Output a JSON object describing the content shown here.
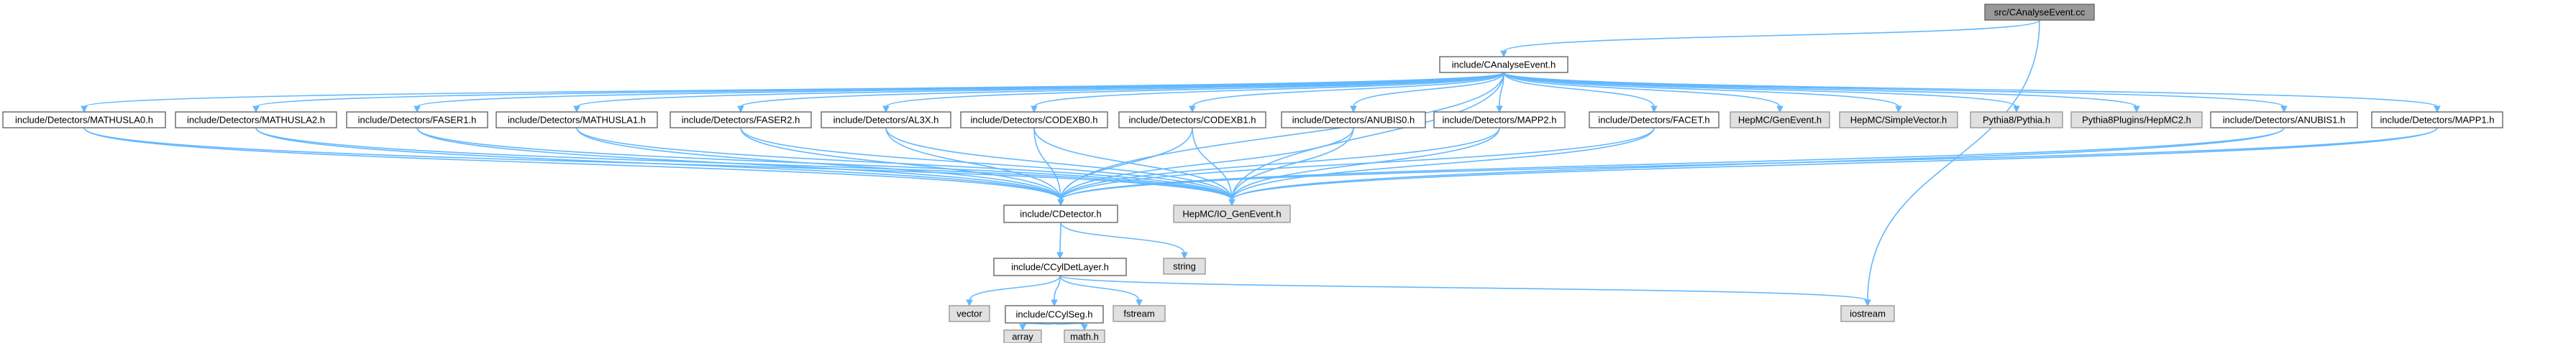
{
  "colors": {
    "edge": "#63b8ff",
    "internal_fill": "#ffffff",
    "external_fill": "#e0e0e0",
    "root_fill": "#999999"
  },
  "nodes": [
    {
      "id": "root",
      "label": "src/CAnalyseEvent.cc",
      "kind": "root"
    },
    {
      "id": "canalyse",
      "label": "include/CAnalyseEvent.h",
      "kind": "internal"
    },
    {
      "id": "mathusla0",
      "label": "include/Detectors/MATHUSLA0.h",
      "kind": "internal"
    },
    {
      "id": "mathusla2",
      "label": "include/Detectors/MATHUSLA2.h",
      "kind": "internal"
    },
    {
      "id": "faser1",
      "label": "include/Detectors/FASER1.h",
      "kind": "internal"
    },
    {
      "id": "mathusla1",
      "label": "include/Detectors/MATHUSLA1.h",
      "kind": "internal"
    },
    {
      "id": "faser2",
      "label": "include/Detectors/FASER2.h",
      "kind": "internal"
    },
    {
      "id": "al3x",
      "label": "include/Detectors/AL3X.h",
      "kind": "internal"
    },
    {
      "id": "codexb0",
      "label": "include/Detectors/CODEXB0.h",
      "kind": "internal"
    },
    {
      "id": "codexb1",
      "label": "include/Detectors/CODEXB1.h",
      "kind": "internal"
    },
    {
      "id": "anubis0",
      "label": "include/Detectors/ANUBIS0.h",
      "kind": "internal"
    },
    {
      "id": "mapp2",
      "label": "include/Detectors/MAPP2.h",
      "kind": "internal"
    },
    {
      "id": "facet",
      "label": "include/Detectors/FACET.h",
      "kind": "internal"
    },
    {
      "id": "genevent",
      "label": "HepMC/GenEvent.h",
      "kind": "external"
    },
    {
      "id": "simplevector",
      "label": "HepMC/SimpleVector.h",
      "kind": "external"
    },
    {
      "id": "pythia",
      "label": "Pythia8/Pythia.h",
      "kind": "external"
    },
    {
      "id": "hepmc2",
      "label": "Pythia8Plugins/HepMC2.h",
      "kind": "external"
    },
    {
      "id": "anubis1",
      "label": "include/Detectors/ANUBIS1.h",
      "kind": "internal"
    },
    {
      "id": "mapp1",
      "label": "include/Detectors/MAPP1.h",
      "kind": "internal"
    },
    {
      "id": "cdetector",
      "label": "include/CDetector.h",
      "kind": "internal"
    },
    {
      "id": "iogenevent",
      "label": "HepMC/IO_GenEvent.h",
      "kind": "external"
    },
    {
      "id": "string",
      "label": "string",
      "kind": "external"
    },
    {
      "id": "ccyldet",
      "label": "include/CCylDetLayer.h",
      "kind": "internal"
    },
    {
      "id": "vector",
      "label": "vector",
      "kind": "external"
    },
    {
      "id": "ccylseg",
      "label": "include/CCylSeg.h",
      "kind": "internal"
    },
    {
      "id": "fstream",
      "label": "fstream",
      "kind": "external"
    },
    {
      "id": "iostream",
      "label": "iostream",
      "kind": "external"
    },
    {
      "id": "array",
      "label": "array",
      "kind": "external"
    },
    {
      "id": "mathh",
      "label": "math.h",
      "kind": "external"
    }
  ],
  "edges": [
    [
      "root",
      "canalyse"
    ],
    [
      "root",
      "iostream"
    ],
    [
      "canalyse",
      "mathusla0"
    ],
    [
      "canalyse",
      "mathusla2"
    ],
    [
      "canalyse",
      "faser1"
    ],
    [
      "canalyse",
      "mathusla1"
    ],
    [
      "canalyse",
      "faser2"
    ],
    [
      "canalyse",
      "al3x"
    ],
    [
      "canalyse",
      "codexb0"
    ],
    [
      "canalyse",
      "codexb1"
    ],
    [
      "canalyse",
      "anubis0"
    ],
    [
      "canalyse",
      "mapp2"
    ],
    [
      "canalyse",
      "facet"
    ],
    [
      "canalyse",
      "genevent"
    ],
    [
      "canalyse",
      "simplevector"
    ],
    [
      "canalyse",
      "pythia"
    ],
    [
      "canalyse",
      "hepmc2"
    ],
    [
      "canalyse",
      "anubis1"
    ],
    [
      "canalyse",
      "mapp1"
    ],
    [
      "canalyse",
      "cdetector"
    ],
    [
      "canalyse",
      "iogenevent"
    ],
    [
      "mathusla0",
      "cdetector"
    ],
    [
      "mathusla0",
      "iogenevent"
    ],
    [
      "mathusla2",
      "cdetector"
    ],
    [
      "mathusla2",
      "iogenevent"
    ],
    [
      "faser1",
      "cdetector"
    ],
    [
      "faser1",
      "iogenevent"
    ],
    [
      "mathusla1",
      "cdetector"
    ],
    [
      "mathusla1",
      "iogenevent"
    ],
    [
      "faser2",
      "cdetector"
    ],
    [
      "faser2",
      "iogenevent"
    ],
    [
      "al3x",
      "cdetector"
    ],
    [
      "al3x",
      "iogenevent"
    ],
    [
      "codexb0",
      "cdetector"
    ],
    [
      "codexb0",
      "iogenevent"
    ],
    [
      "codexb1",
      "cdetector"
    ],
    [
      "codexb1",
      "iogenevent"
    ],
    [
      "anubis0",
      "cdetector"
    ],
    [
      "anubis0",
      "iogenevent"
    ],
    [
      "mapp2",
      "cdetector"
    ],
    [
      "mapp2",
      "iogenevent"
    ],
    [
      "facet",
      "cdetector"
    ],
    [
      "facet",
      "iogenevent"
    ],
    [
      "anubis1",
      "cdetector"
    ],
    [
      "anubis1",
      "iogenevent"
    ],
    [
      "mapp1",
      "cdetector"
    ],
    [
      "mapp1",
      "iogenevent"
    ],
    [
      "cdetector",
      "ccyldet"
    ],
    [
      "cdetector",
      "string"
    ],
    [
      "ccyldet",
      "vector"
    ],
    [
      "ccyldet",
      "ccylseg"
    ],
    [
      "ccyldet",
      "fstream"
    ],
    [
      "ccyldet",
      "iostream"
    ],
    [
      "ccylseg",
      "array"
    ],
    [
      "ccylseg",
      "mathh"
    ]
  ]
}
